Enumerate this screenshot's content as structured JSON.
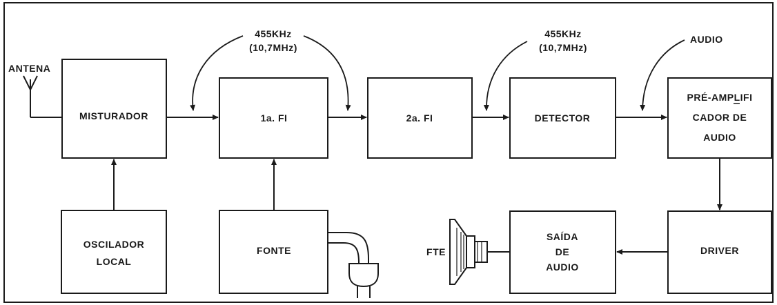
{
  "blocks": {
    "misturador": "MISTURADOR",
    "fi1": "1a. FI",
    "fi2": "2a. FI",
    "detector": "DETECTOR",
    "pre_amp_line1": "PRÉ-AMPLIFI",
    "pre_amp_line2": "CADOR DE",
    "pre_amp_line3": "AUDIO",
    "oscilador_line1": "OSCILADOR",
    "oscilador_line2": "LOCAL",
    "fonte": "FONTE",
    "saida_line1": "SAÍDA",
    "saida_line2": "DE",
    "saida_line3": "AUDIO",
    "driver": "DRIVER"
  },
  "labels": {
    "antena": "ANTENA",
    "freq1_line1": "455KHz",
    "freq1_line2": "(10,7MHz)",
    "freq2_line1": "455KHz",
    "freq2_line2": "(10,7MHz)",
    "audio": "AUDIO",
    "fte": "FTE"
  }
}
